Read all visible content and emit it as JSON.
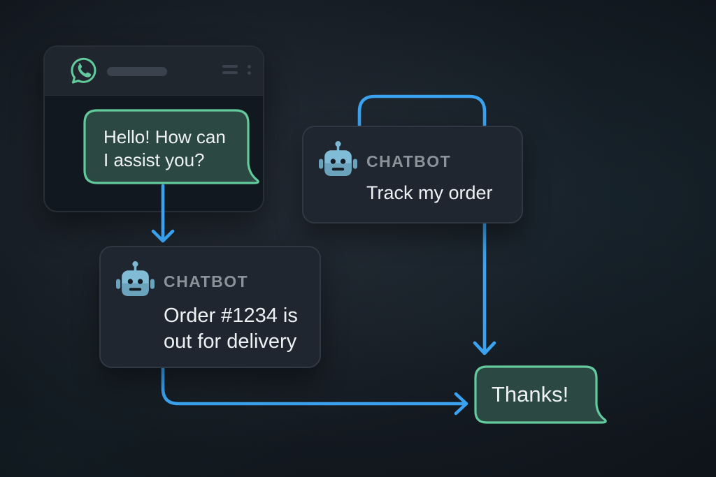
{
  "meta": {
    "title": "WhatsApp chatbot conversation flow diagram"
  },
  "colors": {
    "arrow_blue": "#3aa2ef",
    "mint_green": "#62ca9c",
    "bubble_fill": "#2c4842",
    "card_bg": "#1f2630",
    "card_border": "#303844",
    "window_bg": "#12181f",
    "window_header_bg": "#1f262e",
    "robot_blue": "#7db8d2",
    "label_gray": "#8b929a",
    "message_text": "#eef1f3"
  },
  "whatsapp_window": {
    "app_icon": "whatsapp-icon",
    "header_icons": [
      "menu-lines-icon",
      "kebab-menu-icon"
    ],
    "greeting_bubble": {
      "lines": [
        "Hello! How can",
        "I assist you?"
      ]
    }
  },
  "nodes": {
    "track_card": {
      "icon": "robot-icon",
      "label": "CHATBOT",
      "message": "Track my order"
    },
    "order_card": {
      "icon": "robot-icon",
      "label": "CHATBOT",
      "message_lines": [
        "Order #1234 is",
        "out for delivery"
      ]
    },
    "thanks_bubble": {
      "text": "Thanks!"
    }
  },
  "edges": [
    {
      "from": "greeting-bubble",
      "to": "order-card",
      "type": "arrow-down"
    },
    {
      "from": "track-card",
      "to": "track-card",
      "type": "loop-over-top"
    },
    {
      "from": "track-card",
      "to": "thanks-bubble",
      "type": "arrow-down"
    },
    {
      "from": "order-card",
      "to": "thanks-bubble",
      "type": "elbow-arrow-right"
    }
  ]
}
